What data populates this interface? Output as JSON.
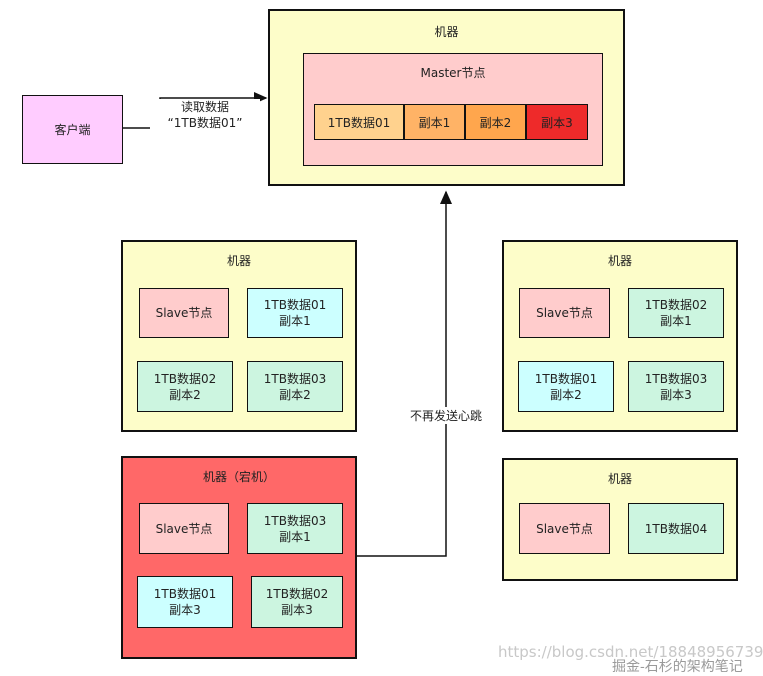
{
  "client": {
    "label": "客户端"
  },
  "read_label": {
    "line1": "读取数据",
    "line2": "“1TB数据01”"
  },
  "heartbeat_label": "不再发送心跳",
  "top_machine": {
    "title": "机器",
    "master": {
      "title": "Master节点",
      "cells": [
        "1TB数据01",
        "副本1",
        "副本2",
        "副本3"
      ]
    }
  },
  "machine_left": {
    "title": "机器",
    "nodes": [
      "Slave节点",
      "1TB数据01\n副本1",
      "1TB数据02\n副本2",
      "1TB数据03\n副本2"
    ]
  },
  "machine_right": {
    "title": "机器",
    "nodes": [
      "Slave节点",
      "1TB数据02\n副本1",
      "1TB数据01\n副本2",
      "1TB数据03\n副本3"
    ]
  },
  "machine_dead": {
    "title": "机器（宕机）",
    "nodes": [
      "Slave节点",
      "1TB数据03\n副本1",
      "1TB数据01\n副本3",
      "1TB数据02\n副本3"
    ]
  },
  "machine_bottom_right": {
    "title": "机器",
    "nodes": [
      "Slave节点",
      "1TB数据04"
    ]
  },
  "watermark": "https://blog.csdn.net/18848956739",
  "watermark2": "掘金-石杉的架构笔记"
}
